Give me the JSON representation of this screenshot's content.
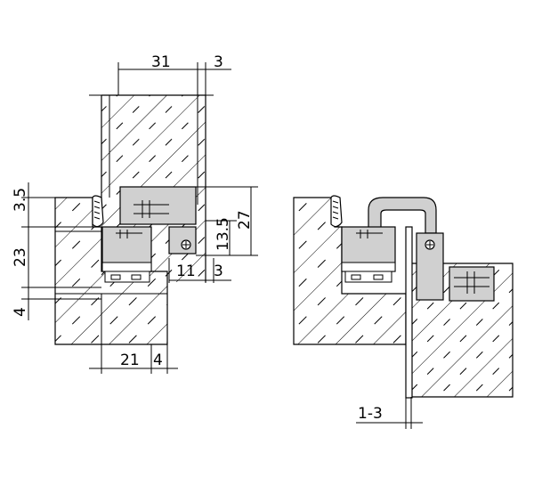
{
  "colors": {
    "background": "#ffffff",
    "line": "#000000",
    "hardware_gray": "#d0d0d0",
    "hatch": "#000000"
  },
  "dimensions": {
    "d31": "31",
    "d3_top": "3",
    "d27": "27",
    "d13_5": "13.5",
    "d11": "11",
    "d3_mid": "3",
    "d3_5": "3.5",
    "d23": "23",
    "d4_left": "4",
    "d21": "21",
    "d4_bottom": "4",
    "d1_3": "1-3"
  },
  "icons": {
    "screw": "screw-icon",
    "gasket": "gasket-seal-icon"
  }
}
